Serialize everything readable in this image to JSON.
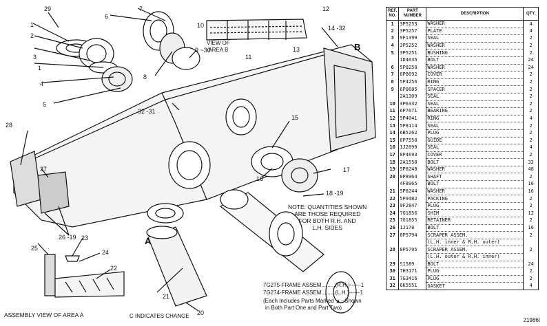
{
  "callouts": {
    "c29": "29",
    "c1a": "1",
    "c2": "2",
    "c3": "3",
    "c1b": "1",
    "c4": "4",
    "c5": "5",
    "c6": "6",
    "c7": "7",
    "c8": "8",
    "c9_30": "9 ~30",
    "c10": "10",
    "c11": "11",
    "c12": "12",
    "c13": "13",
    "c14_32": "14 -32",
    "c32_31": "32 -31",
    "c15": "15",
    "c16": "16",
    "c17": "17",
    "c18_19": "18 -19",
    "c28": "28",
    "c27": "27",
    "c26_19": "26 -19",
    "c25": "25",
    "c23": "23",
    "c24": "24",
    "c22": "22",
    "c21": "21",
    "c20": "20",
    "cB": "B",
    "cA": "A"
  },
  "labels": {
    "view_area_b": "VIEW OF\nAREA B",
    "note": "NOTE: QUANTITIES SHOWN\nARE THOSE REQUIRED\nFOR BOTH R.H. AND\nL.H. SIDES",
    "assembly_view": "ASSEMBLY VIEW OF AREA A",
    "frame_rh": "7G275-FRAME ASSEM.........(R.H.)------1",
    "frame_lh": "7G274-FRAME ASSEM.........(L.H.)------1",
    "frame_note1": "(Each Includes Parts Marked ▲--Shown",
    "frame_note2": "in Both Part One and Part Two)",
    "change_note": "C INDICATES CHANGE"
  },
  "table": {
    "headers": {
      "ref": "REF. NO.",
      "part": "PART NUMBER",
      "desc": "DESCRIPTION",
      "qty": "QTY."
    },
    "rows": [
      {
        "ref": "1",
        "part": "3P5253",
        "desc": "WASHER",
        "qty": "4"
      },
      {
        "ref": "2",
        "part": "3P5257",
        "desc": "PLATE",
        "qty": "4"
      },
      {
        "ref": "3",
        "part": "9F1399",
        "desc": "SEAL",
        "qty": "2"
      },
      {
        "ref": "4",
        "part": "3P5252",
        "desc": "WASHER",
        "qty": "2"
      },
      {
        "ref": "5",
        "part": "3P5251",
        "desc": "BUSHING",
        "qty": "2"
      },
      {
        "ref": "",
        "part": "1D4635",
        "desc": "BOLT",
        "qty": "24"
      },
      {
        "ref": "6",
        "part": "5P8250",
        "desc": "WASHER",
        "qty": "24"
      },
      {
        "ref": "7",
        "part": "6P8692",
        "desc": "COVER",
        "qty": "2"
      },
      {
        "ref": "8",
        "part": "5P4256",
        "desc": "RING",
        "qty": "2"
      },
      {
        "ref": "9",
        "part": "6P8685",
        "desc": "SPACER",
        "qty": "2"
      },
      {
        "ref": "",
        "part": "2A1309",
        "desc": "SEAL",
        "qty": "2"
      },
      {
        "ref": "10",
        "part": "3P6332",
        "desc": "SEAL",
        "qty": "2"
      },
      {
        "ref": "11",
        "part": "6P7671",
        "desc": "BEARING",
        "qty": "2"
      },
      {
        "ref": "12",
        "part": "5P4041",
        "desc": "RING",
        "qty": "4"
      },
      {
        "ref": "13",
        "part": "5P8114",
        "desc": "SEAL",
        "qty": "2"
      },
      {
        "ref": "14",
        "part": "6B5262",
        "desc": "PLUG",
        "qty": "2"
      },
      {
        "ref": "15",
        "part": "6P7550",
        "desc": "GUIDE",
        "qty": "2"
      },
      {
        "ref": "16",
        "part": "1J2890",
        "desc": "SEAL",
        "qty": "4"
      },
      {
        "ref": "17",
        "part": "8P4693",
        "desc": "COVER",
        "qty": "2"
      },
      {
        "ref": "18",
        "part": "2A1558",
        "desc": "BOLT",
        "qty": "32"
      },
      {
        "ref": "19",
        "part": "5P8248",
        "desc": "WASHER",
        "qty": "48"
      },
      {
        "ref": "20",
        "part": "8P8964",
        "desc": "SHAFT",
        "qty": "2"
      },
      {
        "ref": "",
        "part": "4F8965",
        "desc": "BOLT",
        "qty": "16"
      },
      {
        "ref": "21",
        "part": "5P8244",
        "desc": "WASHER",
        "qty": "16"
      },
      {
        "ref": "22",
        "part": "5P9482",
        "desc": "PACKING",
        "qty": "2"
      },
      {
        "ref": "23",
        "part": "9F2847",
        "desc": "PLUG",
        "qty": "2"
      },
      {
        "ref": "24",
        "part": "7G1856",
        "desc": "SHIM",
        "qty": "12"
      },
      {
        "ref": "25",
        "part": "7G1855",
        "desc": "RETAINER",
        "qty": "2"
      },
      {
        "ref": "26",
        "part": "1J178",
        "desc": "BOLT",
        "qty": "16"
      },
      {
        "ref": "27",
        "part": "8P5794",
        "desc": "SCRAPER ASSEM.",
        "qty": "2"
      },
      {
        "ref": "",
        "part": "",
        "desc": "(L.H. inner & R.H. outer)",
        "qty": ""
      },
      {
        "ref": "28",
        "part": "8P5795",
        "desc": "SCRAPER ASSEM.",
        "qty": "2"
      },
      {
        "ref": "",
        "part": "",
        "desc": "(L.H. outer & R.H. inner)",
        "qty": ""
      },
      {
        "ref": "29",
        "part": "S1589",
        "desc": "BOLT",
        "qty": "24"
      },
      {
        "ref": "30",
        "part": "7H3171",
        "desc": "PLUG",
        "qty": "2"
      },
      {
        "ref": "31",
        "part": "7G3416",
        "desc": "PLUG",
        "qty": "2"
      },
      {
        "ref": "32",
        "part": "6K5551",
        "desc": "GASKET",
        "qty": "4"
      }
    ],
    "code": "21986I"
  }
}
